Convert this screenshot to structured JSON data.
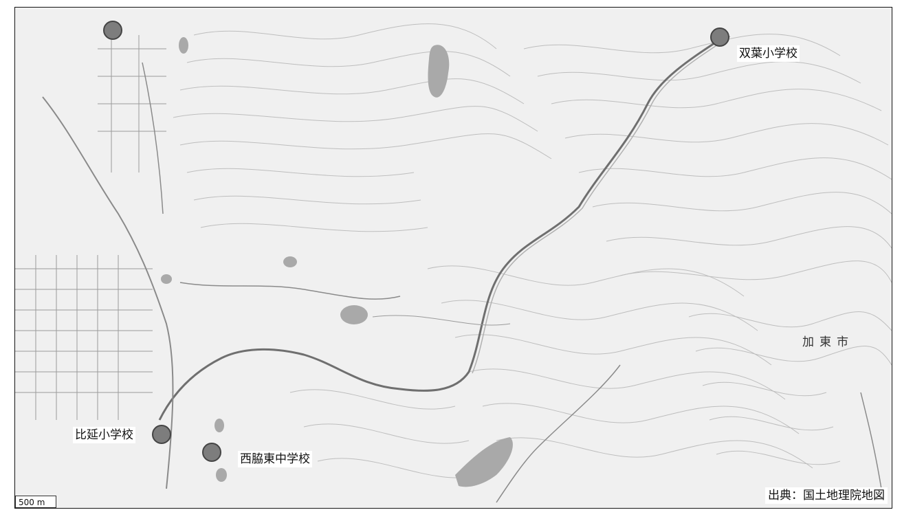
{
  "markers": {
    "futaba": "双葉小学校",
    "hie": "比延小学校",
    "nishiwaki_higashi": "西脇東中学校"
  },
  "city_name": "加東市",
  "scale_label": "500 m",
  "source_credit": "出典：国土地理院地図",
  "colors": {
    "background": "#f0f0f0",
    "contour": "#bdbdbd",
    "road": "#7a7a7a",
    "water": "#a9a9a9",
    "marker": "#7d7d7d"
  }
}
